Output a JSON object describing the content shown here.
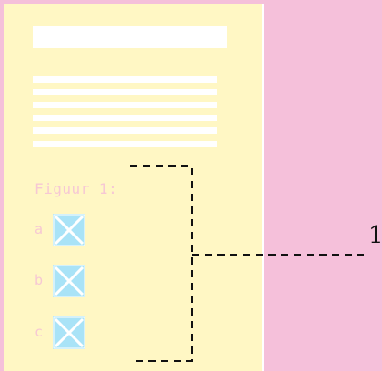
{
  "document": {
    "figure_caption": "Figuur 1:",
    "items": [
      {
        "letter": "a",
        "image_icon": "image-placeholder-icon"
      },
      {
        "letter": "b",
        "image_icon": "image-placeholder-icon"
      },
      {
        "letter": "c",
        "image_icon": "image-placeholder-icon"
      }
    ]
  },
  "callout": {
    "number": "1"
  },
  "colors": {
    "background": "#f5c0da",
    "page": "#fff7c4",
    "placeholder_fill": "#a9e3f7",
    "label_text": "#f6c8d4",
    "bracket_line": "#111111"
  }
}
